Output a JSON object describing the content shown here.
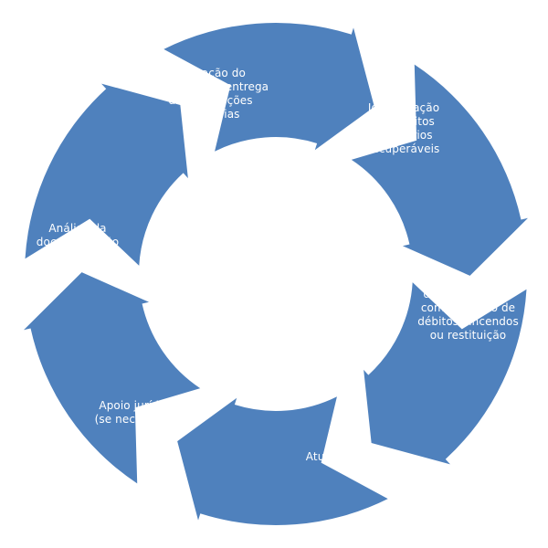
{
  "colors": {
    "segment_fill": "#4f81bd",
    "label_text": "#ffffff",
    "background": "#ffffff"
  },
  "cycle": {
    "steps": [
      {
        "label": "Apuração do\ntributo até a entrega\ndas obrigações\nacessórias"
      },
      {
        "label": "Identificação\nde créditos\ntributários\nrecuperáveis"
      },
      {
        "label": "Levantamento\ndos créditos por\ncompensação de\ndébitos vincendos\nou restituição"
      },
      {
        "label": "Atualização"
      },
      {
        "label": "Apoio jurídica\n(se necessário)"
      },
      {
        "label": "Análise da\ndocumentação"
      }
    ]
  }
}
